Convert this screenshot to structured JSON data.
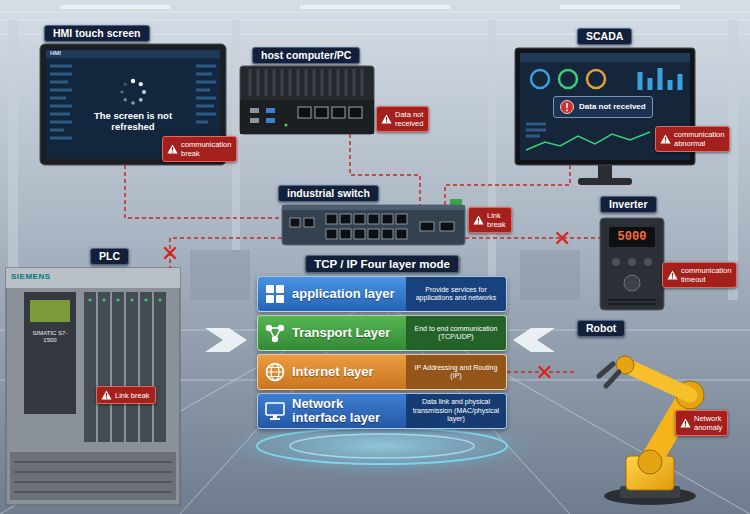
{
  "diagram": {
    "nodes": [
      {
        "text": [
          "HMI touch screen",
          "The screen is not refreshed"
        ]
      },
      {
        "text": [
          "communication break"
        ],
        "in": 0
      },
      {
        "text": [
          "host computer/PC"
        ]
      },
      {
        "text": [
          "Data not received"
        ],
        "in": 2
      },
      {
        "text": [
          "SCADA"
        ]
      },
      {
        "text": [
          "Data not received"
        ],
        "in": 4
      },
      {
        "text": [
          "communication abnormal"
        ],
        "in": 4
      },
      {
        "text": [
          "industrial switch"
        ]
      },
      {
        "text": [
          "Link break"
        ],
        "in": 7
      },
      {
        "text": [
          "Inverter"
        ]
      },
      {
        "text": [
          "communication timeout"
        ],
        "in": 9
      },
      {
        "text": [
          "PLC"
        ]
      },
      {
        "text": [
          "Link break"
        ],
        "in": 11
      },
      {
        "text": [
          "TCP / IP Four layer mode"
        ]
      },
      {
        "text": [
          "application layer",
          "Provide services for applications and networks"
        ],
        "in": 13
      },
      {
        "text": [
          "Transport Layer",
          "End to end communication (TCP/UDP)"
        ],
        "in": 13
      },
      {
        "text": [
          "Internet layer",
          "IP Addressing and Routing (IP)"
        ],
        "in": 13
      },
      {
        "text": [
          "Network interface layer",
          "Data link and physical transmission (MAC/physical layer)"
        ],
        "in": 13
      },
      {
        "text": [
          "Robot"
        ]
      },
      {
        "text": [
          "Network anomaly"
        ],
        "in": 18
      }
    ],
    "edges": [
      {
        "from": 0,
        "to": 7,
        "arrow": "none"
      },
      {
        "from": 2,
        "to": 7,
        "arrow": "none"
      },
      {
        "from": 4,
        "to": 7,
        "arrow": "none"
      },
      {
        "from": 7,
        "to": 9,
        "arrow": "none"
      },
      {
        "from": 7,
        "to": 11,
        "arrow": "none"
      },
      {
        "from": 16,
        "to": 18,
        "arrow": "none"
      }
    ],
    "labels": [
      "HMI",
      "5000",
      "SIEMENS",
      "SIMATIC S7-1500"
    ]
  }
}
